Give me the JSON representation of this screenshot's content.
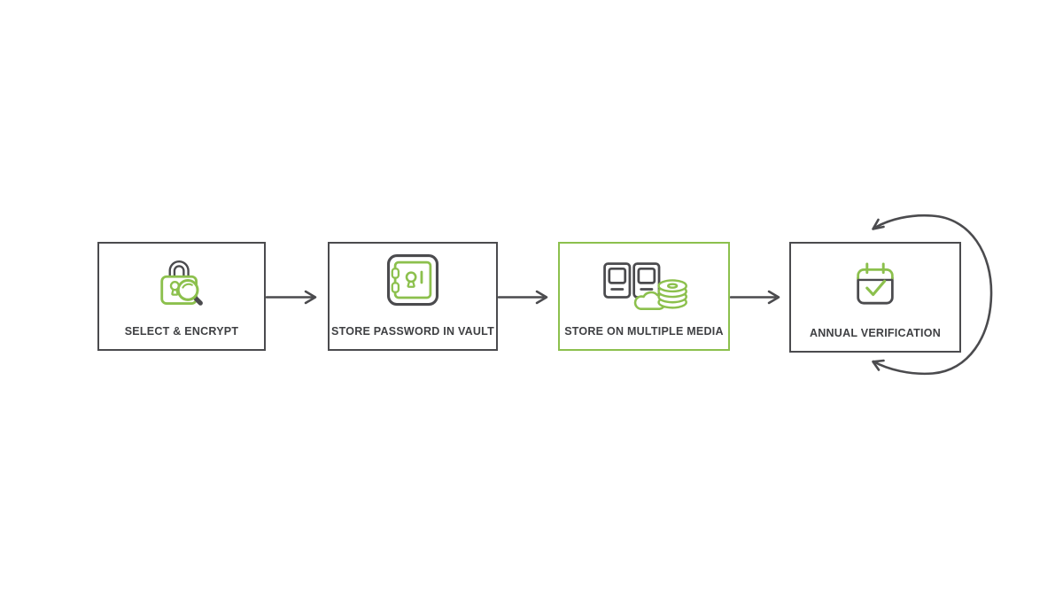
{
  "colors": {
    "background": "#ffffff",
    "dark": "#4b4b4e",
    "green": "#8cc04d",
    "text": "#3f4043"
  },
  "diagram": {
    "title": "password backup process flow",
    "steps": [
      {
        "label": "SELECT & ENCRYPT",
        "icon": "lock-magnifier-icon",
        "accent": false
      },
      {
        "label": "STORE PASSWORD IN VAULT",
        "icon": "vault-icon",
        "accent": false
      },
      {
        "label": "STORE ON MULTIPLE MEDIA",
        "icon": "devices-cloud-discs-icon",
        "accent": true
      },
      {
        "label": "ANNUAL VERIFICATION",
        "icon": "calendar-check-icon",
        "accent": false
      }
    ],
    "connector_icon": "arrow-right-icon",
    "loop_icon": "repeat-cycle-arrow-icon"
  }
}
